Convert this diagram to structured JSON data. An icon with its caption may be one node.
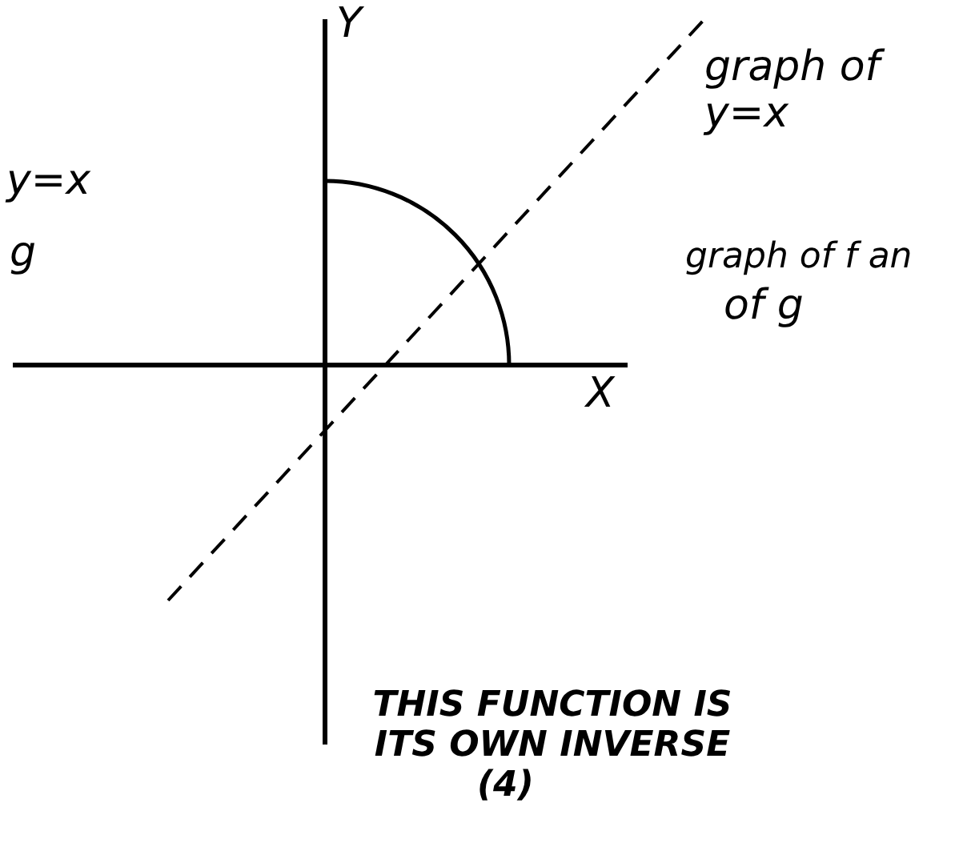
{
  "diagram": {
    "caption": "THIS FUNCTION IS ITS OWN INVERSE",
    "labels": [
      "Y",
      "X",
      "graph of y=x",
      "graph of f an",
      "of g",
      "y=x",
      "g",
      "(4)"
    ]
  }
}
